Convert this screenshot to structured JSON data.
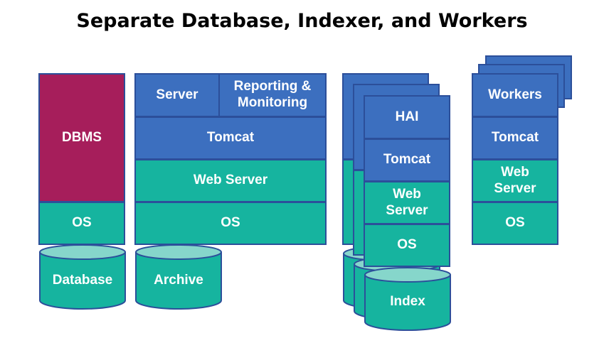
{
  "title": "Separate Database, Indexer, and Workers",
  "database_node": {
    "dbms": "DBMS",
    "os": "OS",
    "storage": "Database"
  },
  "main_node": {
    "server": "Server",
    "reporting": "Reporting & Monitoring",
    "tomcat": "Tomcat",
    "web_server": "Web Server",
    "os": "OS",
    "storage": "Archive"
  },
  "indexer_node": {
    "hai": "HAI",
    "tomcat": "Tomcat",
    "web_server": "Web Server",
    "os": "OS",
    "storage": "Index"
  },
  "workers_node": {
    "workers": "Workers",
    "tomcat": "Tomcat",
    "web_server": "Web Server",
    "os": "OS"
  },
  "colors": {
    "blue": "#3c6fbf",
    "teal": "#16b49f",
    "maroon": "#a61e5b",
    "cylinder_top": "#86d6cb",
    "border": "#2c4f9a"
  }
}
